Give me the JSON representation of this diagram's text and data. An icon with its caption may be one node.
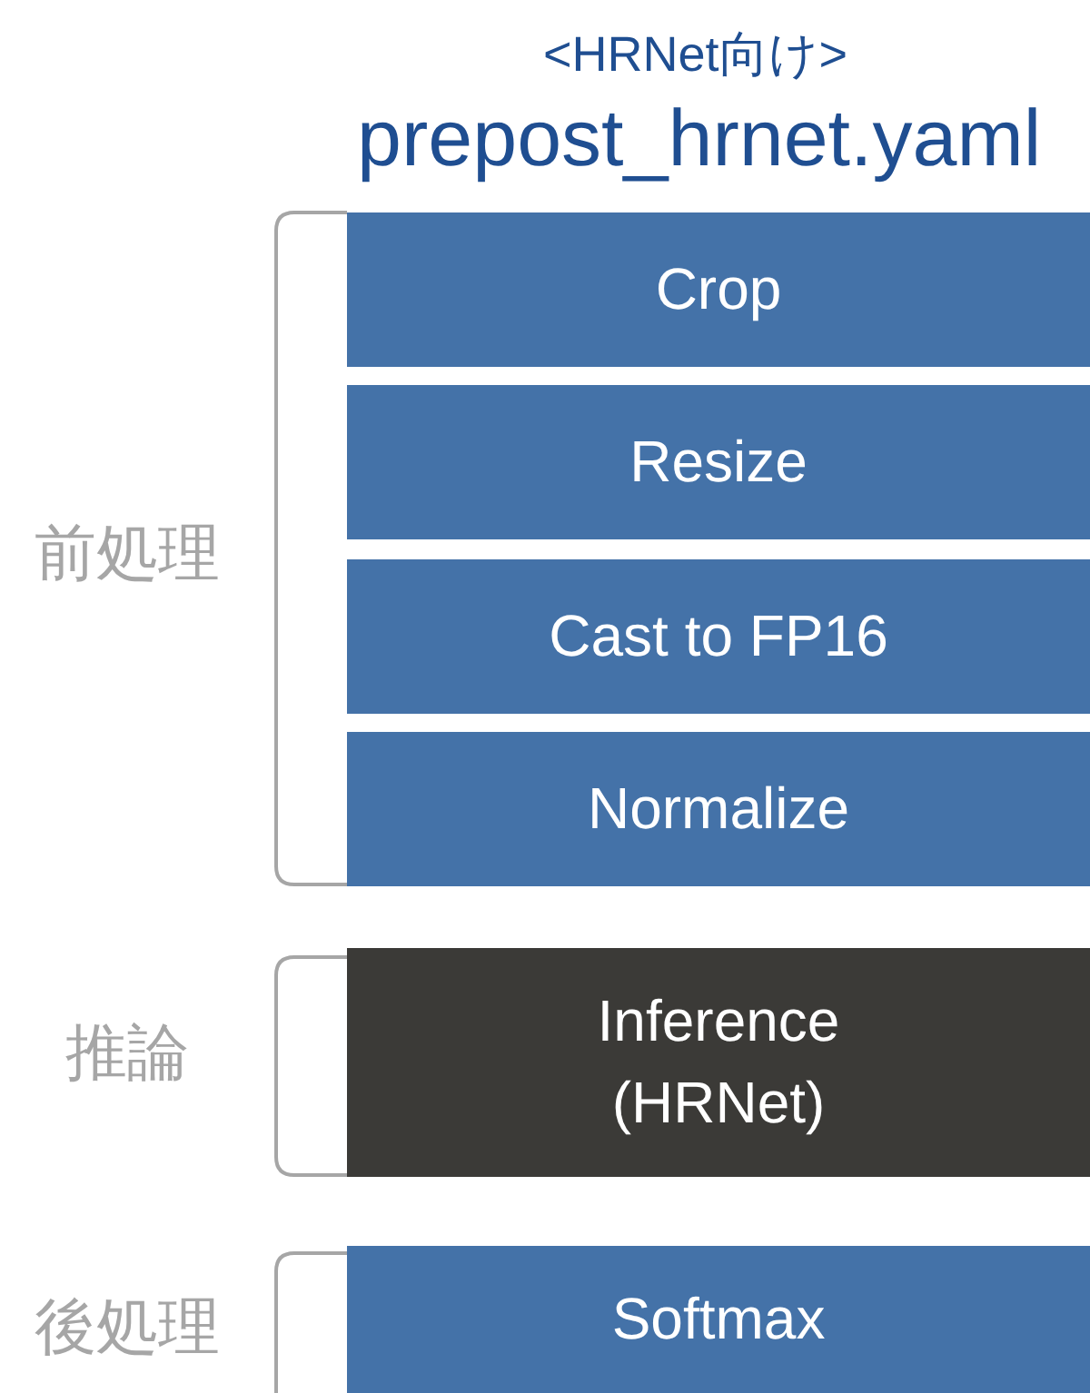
{
  "diagram": {
    "title": "prepost_hrnet.yaml",
    "nodes": [
      {
        "text": [
          "Crop"
        ]
      },
      {
        "text": [
          "Resize"
        ]
      },
      {
        "text": [
          "Cast to FP16"
        ]
      },
      {
        "text": [
          "Normalize"
        ]
      },
      {
        "text": [
          "Inference (HRNet)"
        ]
      },
      {
        "text": [
          "Softmax"
        ]
      }
    ],
    "labels": [
      "<HRNet向け>",
      "前処理",
      "推論",
      "後処理"
    ]
  }
}
